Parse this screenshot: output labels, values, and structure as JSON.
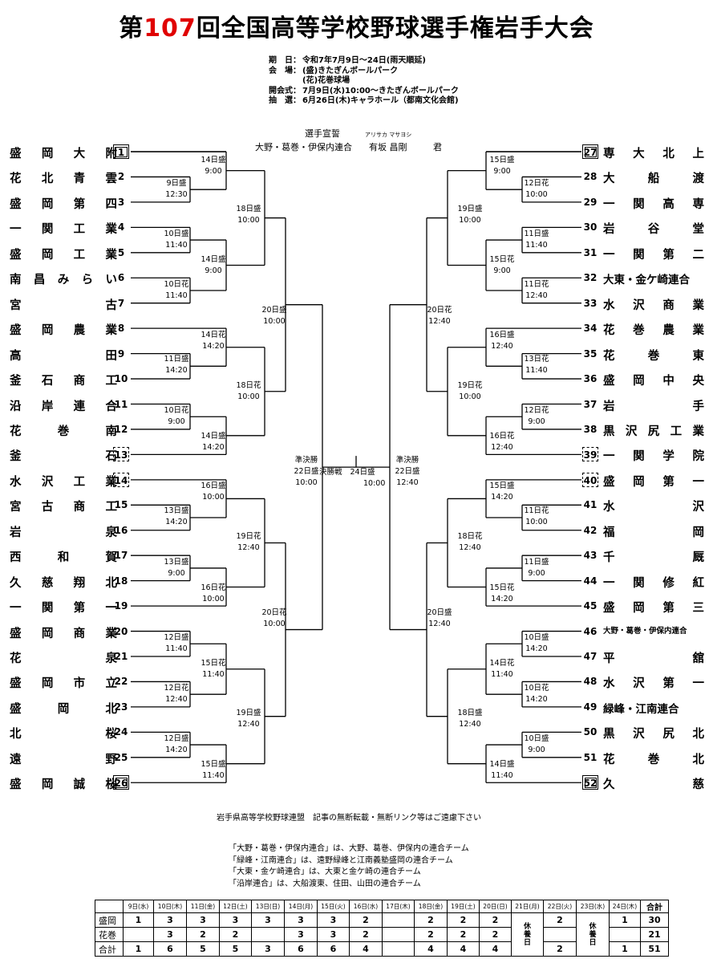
{
  "title": {
    "prefix": "第",
    "number": "107",
    "suffix": "回全国高等学校野球選手権岩手大会"
  },
  "info": [
    {
      "k": "期　日：",
      "v": "令和7年7月9日～24日(雨天順延)"
    },
    {
      "k": "会　場：",
      "v": "(盛)きたぎんボールパーク"
    },
    {
      "k": "",
      "v": "(花)花巻球場"
    },
    {
      "k": "開会式：",
      "v": "7月9日(水)10:00～きたぎんボールパーク"
    },
    {
      "k": "抽　選：",
      "v": "6月26日(木)キャラホール（都南文化会館)"
    }
  ],
  "oath": {
    "label": "選手宣誓",
    "team": "大野・葛巻・伊保内連合",
    "ruby": "アリサカ マサヨシ",
    "name": "有坂 昌剛",
    "kun": "君"
  },
  "left_teams": [
    {
      "n": "1",
      "name": "盛岡大附",
      "seed": true
    },
    {
      "n": "2",
      "name": "花北青雲"
    },
    {
      "n": "3",
      "name": "盛岡第四"
    },
    {
      "n": "4",
      "name": "一関工業"
    },
    {
      "n": "5",
      "name": "盛岡工業"
    },
    {
      "n": "6",
      "name": "南昌みらい"
    },
    {
      "n": "7",
      "name": "宮古"
    },
    {
      "n": "8",
      "name": "盛岡農業"
    },
    {
      "n": "9",
      "name": "高田"
    },
    {
      "n": "10",
      "name": "釜石商工"
    },
    {
      "n": "11",
      "name": "沿岸連合"
    },
    {
      "n": "12",
      "name": "花巻南"
    },
    {
      "n": "13",
      "name": "釜石",
      "dash": true
    },
    {
      "n": "14",
      "name": "水沢工業",
      "dash": true
    },
    {
      "n": "15",
      "name": "宮古商工"
    },
    {
      "n": "16",
      "name": "岩泉"
    },
    {
      "n": "17",
      "name": "西和賀"
    },
    {
      "n": "18",
      "name": "久慈翔北"
    },
    {
      "n": "19",
      "name": "一関第一"
    },
    {
      "n": "20",
      "name": "盛岡商業"
    },
    {
      "n": "21",
      "name": "花泉"
    },
    {
      "n": "22",
      "name": "盛岡市立"
    },
    {
      "n": "23",
      "name": "盛岡北"
    },
    {
      "n": "24",
      "name": "北桜"
    },
    {
      "n": "25",
      "name": "遠野"
    },
    {
      "n": "26",
      "name": "盛岡誠桜",
      "seed": true
    }
  ],
  "right_teams": [
    {
      "n": "27",
      "name": "専大北上",
      "seed": true
    },
    {
      "n": "28",
      "name": "大船渡"
    },
    {
      "n": "29",
      "name": "一関高専"
    },
    {
      "n": "30",
      "name": "岩谷堂"
    },
    {
      "n": "31",
      "name": "一関第二"
    },
    {
      "n": "32",
      "name": "大東・金ケ崎連合"
    },
    {
      "n": "33",
      "name": "水沢商業"
    },
    {
      "n": "34",
      "name": "花巻農業"
    },
    {
      "n": "35",
      "name": "花巻東"
    },
    {
      "n": "36",
      "name": "盛岡中央"
    },
    {
      "n": "37",
      "name": "岩手"
    },
    {
      "n": "38",
      "name": "黒沢尻工業"
    },
    {
      "n": "39",
      "name": "一関学院",
      "dash": true
    },
    {
      "n": "40",
      "name": "盛岡第一",
      "dash": true
    },
    {
      "n": "41",
      "name": "水沢"
    },
    {
      "n": "42",
      "name": "福岡"
    },
    {
      "n": "43",
      "name": "千厩"
    },
    {
      "n": "44",
      "name": "一関修紅"
    },
    {
      "n": "45",
      "name": "盛岡第三"
    },
    {
      "n": "46",
      "name": "大野・葛巻・伊保内連合",
      "small": true
    },
    {
      "n": "47",
      "name": "平舘"
    },
    {
      "n": "48",
      "name": "水沢第一"
    },
    {
      "n": "49",
      "name": "緑峰・江南連合"
    },
    {
      "n": "50",
      "name": "黒沢尻北"
    },
    {
      "n": "51",
      "name": "花巻北"
    },
    {
      "n": "52",
      "name": "久慈",
      "seed": true
    }
  ],
  "matches": {
    "l_m12": {
      "d": "14日盛",
      "t": "9:00"
    },
    "l_m23": {
      "d": "9日盛",
      "t": "12:30"
    },
    "l_m123": {
      "d": "18日盛",
      "t": "10:00"
    },
    "l_m45": {
      "d": "10日盛",
      "t": "11:40"
    },
    "l_m67": {
      "d": "10日花",
      "t": "11:40"
    },
    "l_m4567": {
      "d": "14日盛",
      "t": "9:00"
    },
    "l_q1": {
      "d": "20日盛",
      "t": "10:00"
    },
    "l_m8_9": {
      "d": "14日花",
      "t": "14:20"
    },
    "l_m910": {
      "d": "11日盛",
      "t": "14:20"
    },
    "l_m1112": {
      "d": "10日花",
      "t": "9:00"
    },
    "l_m111213": {
      "d": "14日盛",
      "t": "14:20"
    },
    "l_r16b": {
      "d": "18日花",
      "t": "10:00"
    },
    "l_m1415": {
      "d": "16日盛",
      "t": "10:00"
    },
    "l_m1516": {
      "d": "13日盛",
      "t": "14:20"
    },
    "l_m1718": {
      "d": "13日盛",
      "t": "9:00"
    },
    "l_m171819": {
      "d": "16日花",
      "t": "10:00"
    },
    "l_r16c": {
      "d": "19日花",
      "t": "12:40"
    },
    "l_q2": {
      "d": "20日花",
      "t": "10:00"
    },
    "l_m2021": {
      "d": "12日盛",
      "t": "11:40"
    },
    "l_m2223": {
      "d": "12日花",
      "t": "12:40"
    },
    "l_m20_23": {
      "d": "15日花",
      "t": "11:40"
    },
    "l_m2425": {
      "d": "12日盛",
      "t": "14:20"
    },
    "l_m242526": {
      "d": "15日盛",
      "t": "11:40"
    },
    "l_r16d": {
      "d": "19日盛",
      "t": "12:40"
    },
    "l_sf": {
      "d": "22日盛",
      "t": "10:00",
      "label": "準決勝"
    },
    "final": {
      "label": "決勝戦",
      "d": "24日盛",
      "t": "10:00"
    },
    "r_m2728": {
      "d": "15日盛",
      "t": "9:00"
    },
    "r_m2829": {
      "d": "12日花",
      "t": "10:00"
    },
    "r_r16a": {
      "d": "19日盛",
      "t": "10:00"
    },
    "r_m3031": {
      "d": "11日盛",
      "t": "11:40"
    },
    "r_m3233": {
      "d": "11日花",
      "t": "12:40"
    },
    "r_m30_33": {
      "d": "15日花",
      "t": "9:00"
    },
    "r_q1": {
      "d": "20日花",
      "t": "12:40"
    },
    "r_m34_35": {
      "d": "16日盛",
      "t": "12:40"
    },
    "r_m3536": {
      "d": "13日花",
      "t": "11:40"
    },
    "r_r16b": {
      "d": "19日花",
      "t": "10:00"
    },
    "r_m3738": {
      "d": "12日花",
      "t": "9:00"
    },
    "r_m373839": {
      "d": "16日花",
      "t": "12:40"
    },
    "r_sf": {
      "d": "22日盛",
      "t": "12:40",
      "label": "準決勝"
    },
    "r_m4041": {
      "d": "15日盛",
      "t": "14:20"
    },
    "r_m4142": {
      "d": "11日花",
      "t": "10:00"
    },
    "r_r16c": {
      "d": "18日花",
      "t": "12:40"
    },
    "r_m4344": {
      "d": "11日盛",
      "t": "9:00"
    },
    "r_m434445": {
      "d": "15日花",
      "t": "14:20"
    },
    "r_q2": {
      "d": "20日盛",
      "t": "12:40"
    },
    "r_m4647": {
      "d": "10日盛",
      "t": "14:20"
    },
    "r_m4849": {
      "d": "10日花",
      "t": "14:20"
    },
    "r_m46_49": {
      "d": "14日花",
      "t": "11:40"
    },
    "r_r16d": {
      "d": "18日盛",
      "t": "12:40"
    },
    "r_m5051": {
      "d": "10日盛",
      "t": "9:00"
    },
    "r_m505152": {
      "d": "14日盛",
      "t": "11:40"
    }
  },
  "footer": "岩手県高等学校野球連盟　記事の無断転載・無断リンク等はご遠慮下さい",
  "legend": [
    "「大野・葛巻・伊保内連合」は、大野、葛巻、伊保内の連合チーム",
    "「緑峰・江南連合」は、遠野緑峰と江南義塾盛岡の連合チーム",
    "「大東・金ケ崎連合」は、大東と金ケ崎の連合チーム",
    "「沿岸連合」は、大船渡東、住田、山田の連合チーム"
  ],
  "schedule": {
    "headers": [
      "9日(水)",
      "10日(木)",
      "11日(金)",
      "12日(土)",
      "13日(日)",
      "14日(月)",
      "15日(火)",
      "16日(水)",
      "17日(木)",
      "18日(金)",
      "19日(土)",
      "20日(日)",
      "21日(月)",
      "22日(火)",
      "23日(水)",
      "24日(木)",
      "合計"
    ],
    "rows": [
      {
        "label": "盛岡",
        "cells": [
          "1",
          "3",
          "3",
          "3",
          "3",
          "3",
          "3",
          "2",
          "",
          "2",
          "2",
          "2",
          "休養日",
          "2",
          "休養日",
          "1",
          "30"
        ]
      },
      {
        "label": "花巻",
        "cells": [
          "",
          "3",
          "2",
          "2",
          "",
          "3",
          "3",
          "2",
          "",
          "2",
          "2",
          "2",
          "",
          "",
          "",
          "",
          "21"
        ]
      },
      {
        "label": "合計",
        "cells": [
          "1",
          "6",
          "5",
          "5",
          "3",
          "6",
          "6",
          "4",
          "",
          "4",
          "4",
          "4",
          "",
          "2",
          "",
          "1",
          "51"
        ]
      }
    ]
  }
}
